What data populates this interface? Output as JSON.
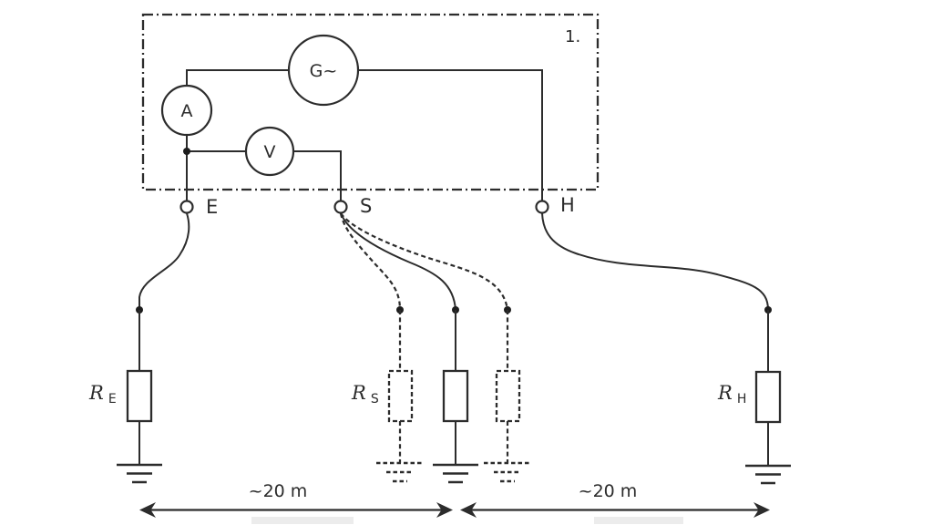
{
  "colors": {
    "line": "#2c2c2c",
    "background": "#ffffff",
    "meter_fill": "#ffffff",
    "watermark": "#ececec"
  },
  "enclosure": {
    "label": "1."
  },
  "meters": {
    "generator": {
      "label": "G~"
    },
    "ammeter": {
      "label": "A"
    },
    "voltmeter": {
      "label": "V"
    }
  },
  "terminals": {
    "e": {
      "label": "E"
    },
    "s": {
      "label": "S"
    },
    "h": {
      "label": "H"
    }
  },
  "electrodes": {
    "re": {
      "label_base": "R",
      "label_sub": "E"
    },
    "rs": {
      "label_base": "R",
      "label_sub": "S"
    },
    "rh": {
      "label_base": "R",
      "label_sub": "H"
    }
  },
  "distances": {
    "left": {
      "label": "~20 m"
    },
    "right": {
      "label": "~20 m"
    }
  }
}
